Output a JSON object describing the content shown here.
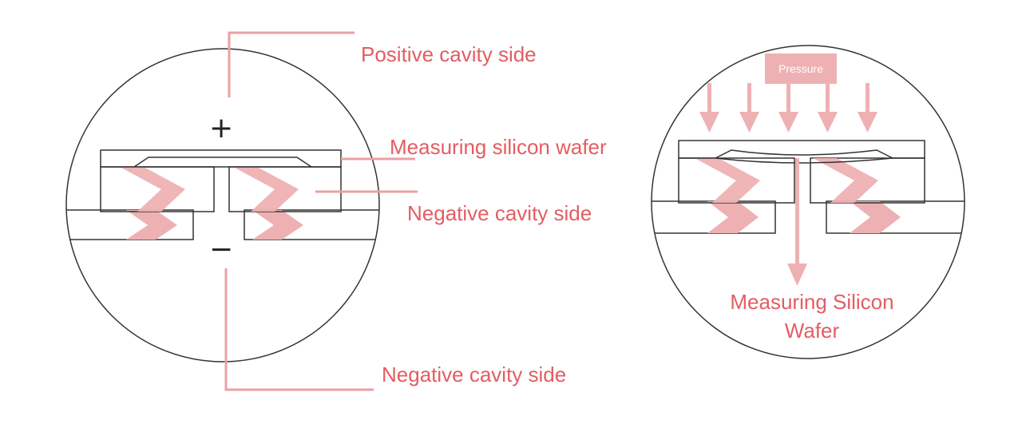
{
  "left_diagram": {
    "positive_sign": "+",
    "negative_sign": "−",
    "label_positive_cavity": "Positive cavity side",
    "label_measuring_wafer": "Measuring silicon wafer",
    "label_negative_cavity_mid": "Negative cavity side",
    "label_negative_cavity_bottom": "Negative cavity side"
  },
  "right_diagram": {
    "pressure_label": "Pressure",
    "measuring_wafer_line1": "Measuring Silicon",
    "measuring_wafer_line2": "Wafer"
  },
  "colors": {
    "accent": "#e35d62",
    "leader": "#eaa0a3",
    "highlight": "#eeb1b3",
    "outline": "#333333"
  }
}
